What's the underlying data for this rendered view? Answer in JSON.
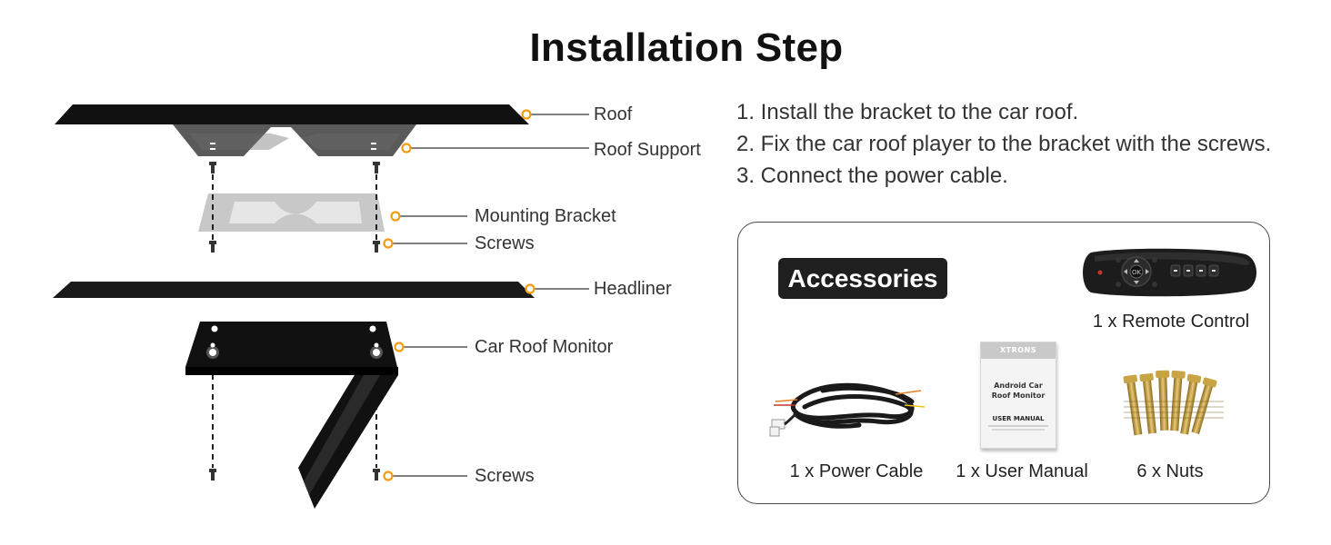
{
  "title": "Installation Step",
  "parts": {
    "roof": "Roof",
    "roof_support": "Roof Support",
    "mounting_bracket": "Mounting Bracket",
    "screws_upper": "Screws",
    "headliner": "Headliner",
    "car_roof_monitor": "Car Roof Monitor",
    "screws_lower": "Screws"
  },
  "steps": [
    "1. Install the bracket to the car roof.",
    "2. Fix the car roof player to the bracket with the screws.",
    "3. Connect the power cable."
  ],
  "accessories": {
    "heading": "Accessories",
    "remote_control": "1 x Remote Control",
    "power_cable": "1 x Power Cable",
    "user_manual": "1 x User Manual",
    "nuts": "6 x Nuts",
    "manual_cover": {
      "brand": "XTRONS",
      "title_line1": "Android Car",
      "title_line2": "Roof Monitor",
      "subtitle": "USER MANUAL"
    }
  },
  "colors": {
    "callout_dot": "#f39c12",
    "panel_dark": "#111111",
    "support_gray": "#5a5a5a",
    "bracket_gray": "#c8c8c8"
  }
}
